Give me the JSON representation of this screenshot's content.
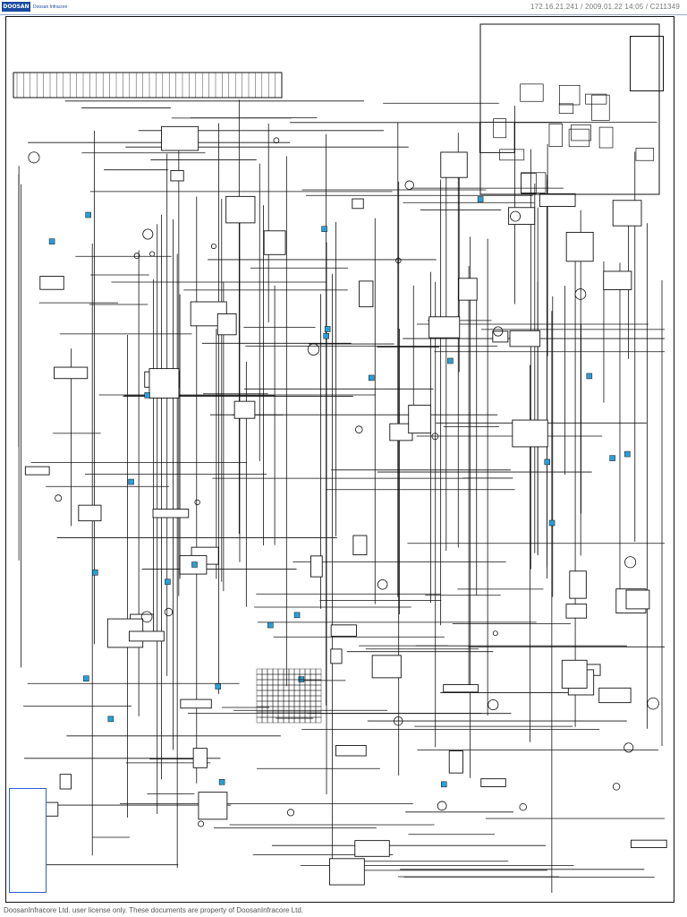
{
  "header": {
    "brand": "DOOSAN",
    "brand_sub": "Doosan Infracore",
    "doc_id": "172.16.21.241 / 2009.01.22 14:05 / C211349"
  },
  "footer": {
    "notice": "DoosanInfracore Ltd. user license only. These documents are property of DoosanInfracore Ltd."
  },
  "diagram": {
    "line_color": "#111111",
    "highlight_color": "#2a9fd6",
    "title_block_color": "#2a5fd0"
  }
}
